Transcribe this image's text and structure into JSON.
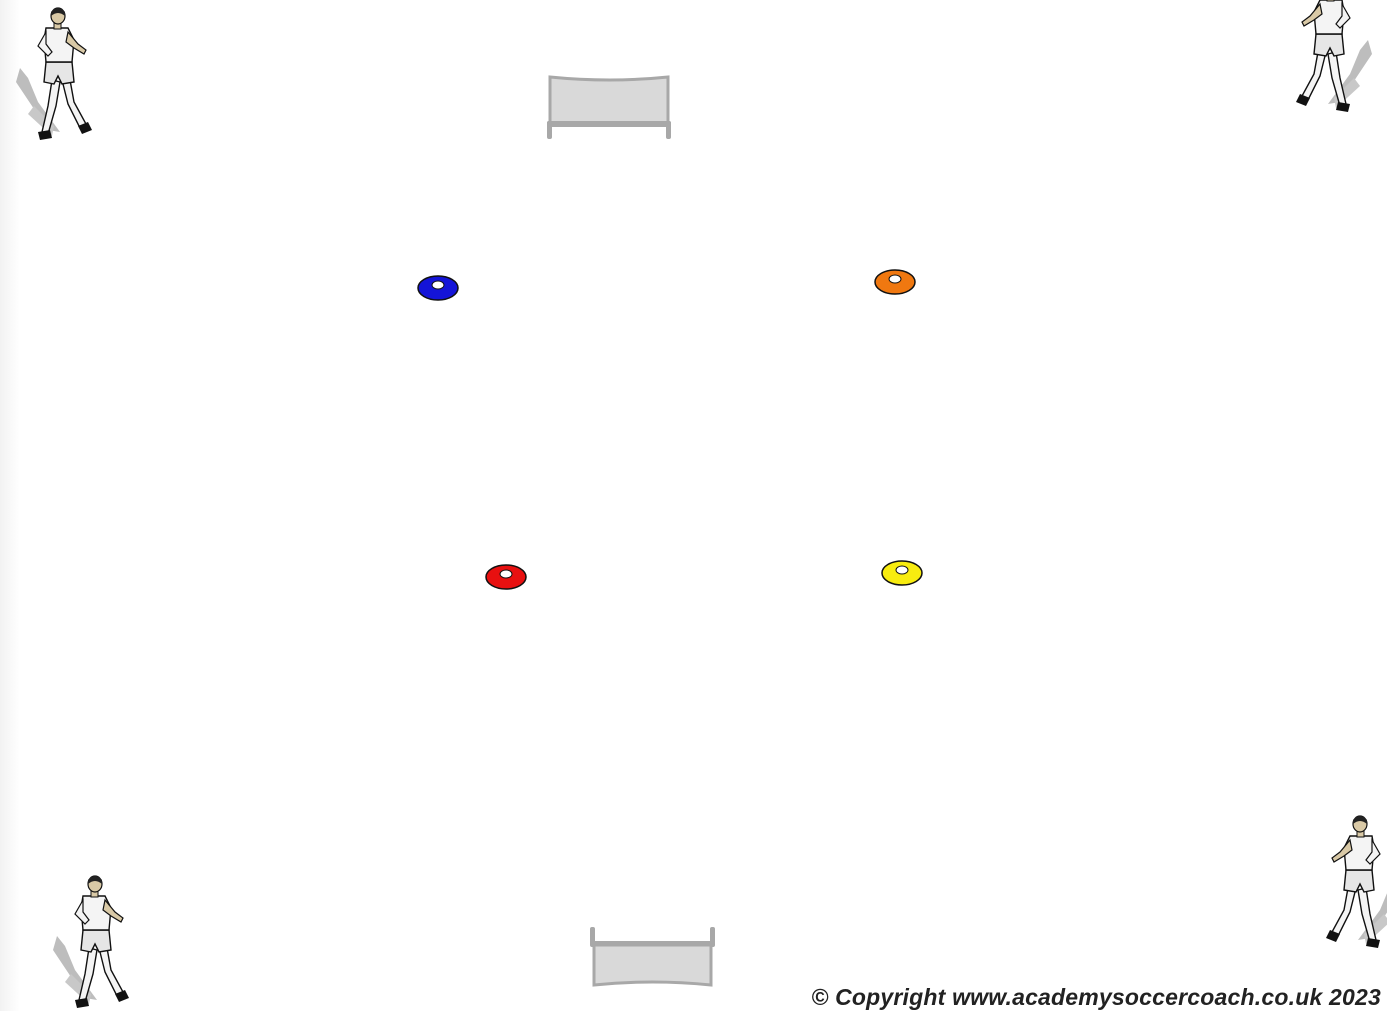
{
  "drill": {
    "players": [
      {
        "id": "top-left",
        "facing": "right"
      },
      {
        "id": "top-right",
        "facing": "left"
      },
      {
        "id": "bottom-left",
        "facing": "right"
      },
      {
        "id": "bottom-right",
        "facing": "left"
      }
    ],
    "goals": [
      {
        "id": "top",
        "orientation": "top"
      },
      {
        "id": "bottom",
        "orientation": "bottom"
      }
    ],
    "cones": [
      {
        "color_name": "blue",
        "color": "#1414d8"
      },
      {
        "color_name": "orange",
        "color": "#f07810"
      },
      {
        "color_name": "red",
        "color": "#e81010"
      },
      {
        "color_name": "yellow",
        "color": "#f8ec10"
      }
    ],
    "colors": {
      "goal_net": "#d9d9d9",
      "goal_frame": "#a8a8a8",
      "shadow": "#bdbdbd",
      "kit": "#f4f4f4",
      "skin": "#d9c9a6",
      "outline": "#111111"
    }
  },
  "footer": {
    "copyright": "© Copyright www.academysoccercoach.co.uk 2023"
  }
}
